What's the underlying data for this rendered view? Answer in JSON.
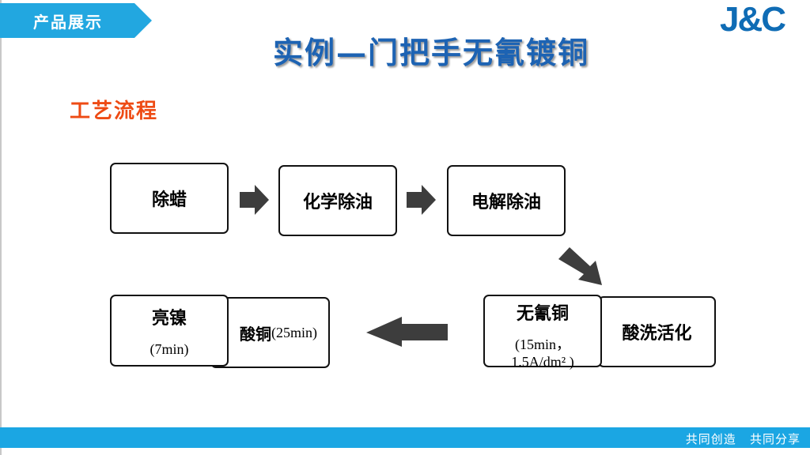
{
  "header": {
    "tag_label": "产品展示",
    "logo_text": "J&C",
    "title": "实例—门把手无氰镀铜"
  },
  "section_title": "工艺流程",
  "flow": {
    "step1": "除蜡",
    "step2": "化学除油",
    "step3": "电解除油",
    "step4": "酸洗活化",
    "step5": {
      "name": "无氰铜",
      "detail1": "(15min，",
      "detail2": "1.5A/dm² )"
    },
    "step6": {
      "name": "酸铜",
      "detail": "(25min)"
    },
    "step7": {
      "name": "亮镍",
      "detail": "(7min)"
    }
  },
  "footer": {
    "slogan": "共同创造   共同分享"
  },
  "colors": {
    "accent_blue": "#22a7e0",
    "title_blue": "#1d63b3",
    "section_orange": "#ee4b14",
    "arrow_gray": "#3d3d3d"
  }
}
